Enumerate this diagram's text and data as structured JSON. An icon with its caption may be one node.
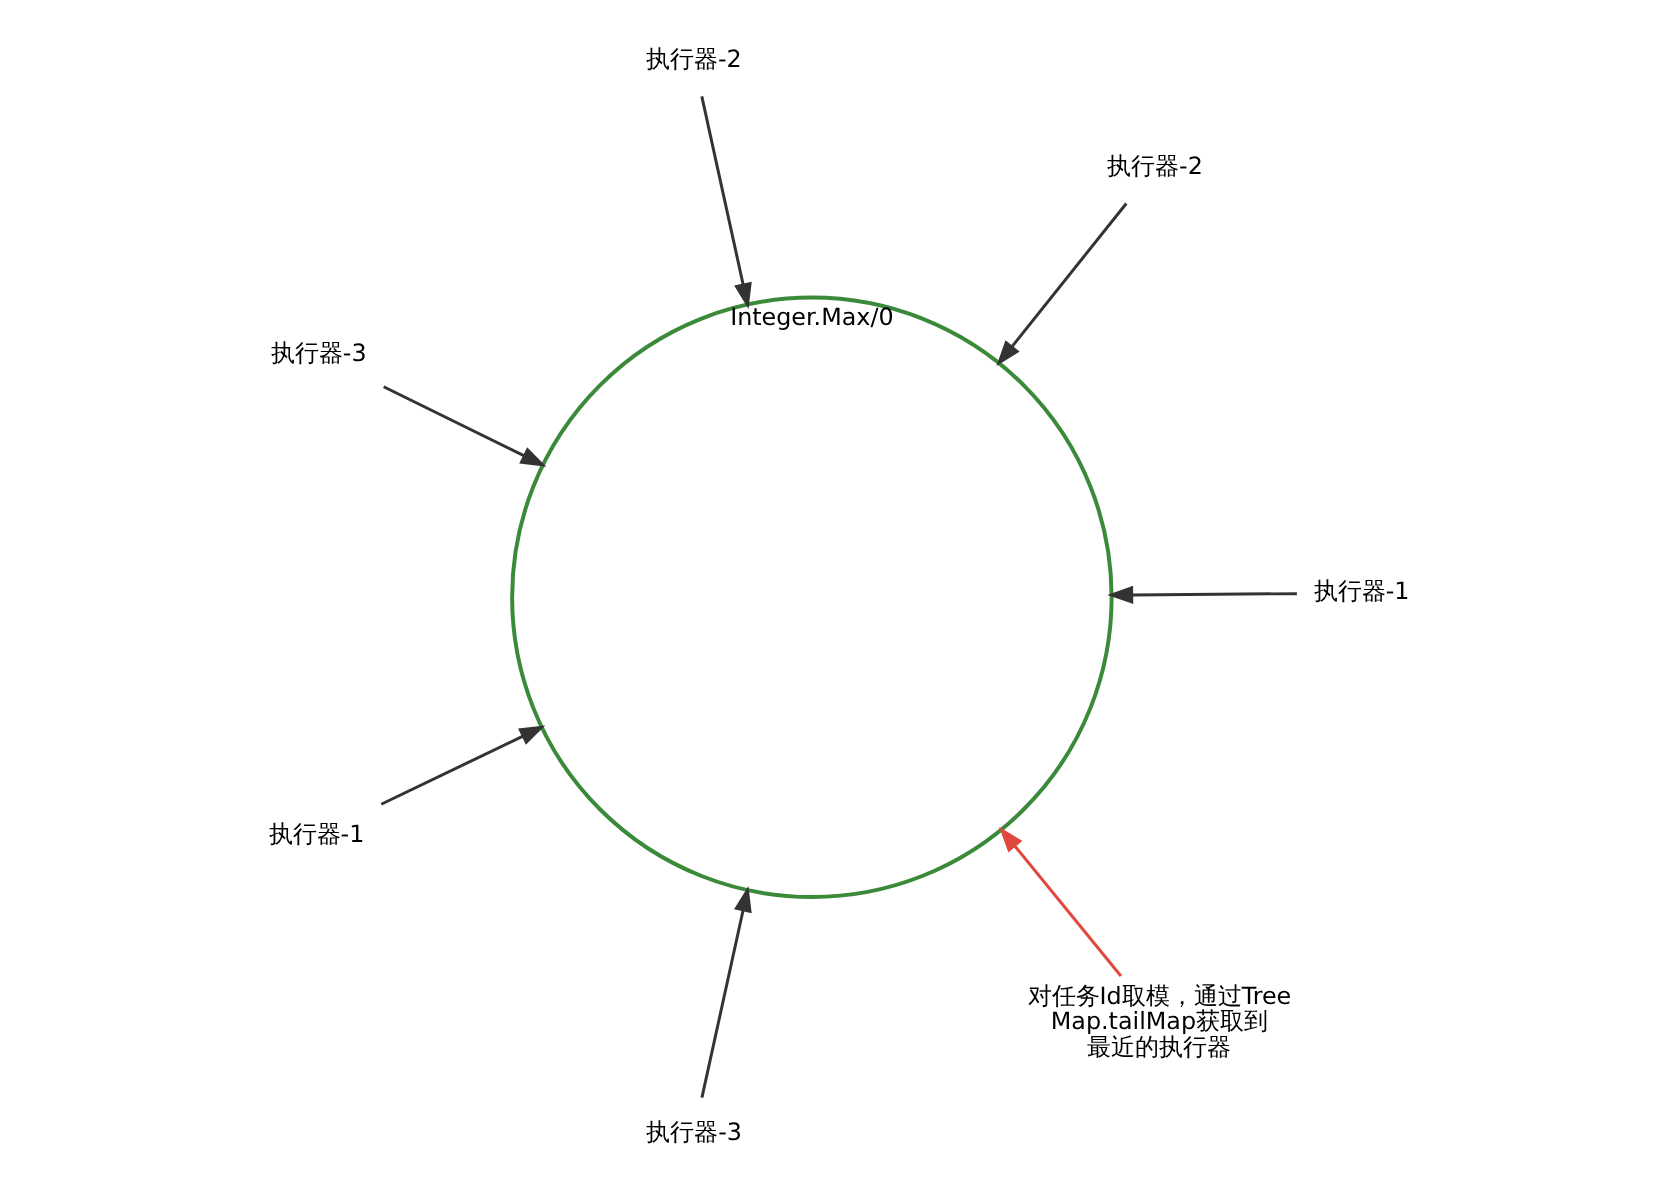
{
  "diagram": {
    "nodes": [
      {
        "text": [
          "Integer.Max/0"
        ]
      },
      {
        "text": [
          "执行器-1"
        ]
      },
      {
        "text": [
          "执行器-3"
        ]
      },
      {
        "text": [
          "执行器-3"
        ]
      },
      {
        "text": [
          "执行器-2"
        ]
      },
      {
        "text": [
          "执行器-2"
        ]
      },
      {
        "text": [
          "执行器-1"
        ]
      },
      {
        "text": [
          "对任务Id取模，通过TreeMap.tailMap获取到最近的执行器"
        ]
      }
    ],
    "edges": [
      {
        "from": 1,
        "to": 0,
        "arrow": "to"
      },
      {
        "from": 2,
        "to": 0,
        "arrow": "to"
      },
      {
        "from": 3,
        "to": 0,
        "arrow": "to"
      },
      {
        "from": 4,
        "to": 0,
        "arrow": "to"
      },
      {
        "from": 5,
        "to": 0,
        "arrow": "to"
      },
      {
        "from": 6,
        "to": 0,
        "arrow": "to"
      },
      {
        "from": 7,
        "to": 0,
        "arrow": "to",
        "color": "#e0483e"
      }
    ]
  }
}
